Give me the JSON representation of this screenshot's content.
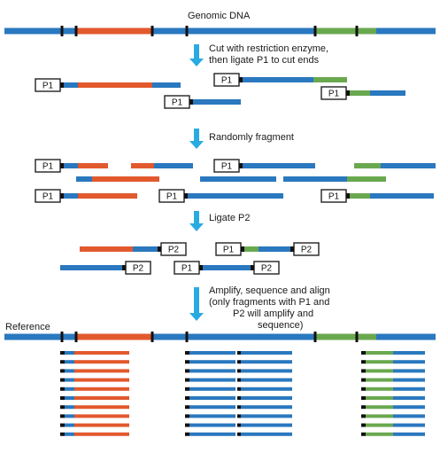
{
  "colors": {
    "blue": "#2a78bf",
    "orange": "#e2592e",
    "green": "#6aa84f",
    "black": "#111111",
    "arrow": "#29abe2"
  },
  "labels": {
    "title": "Genomic DNA",
    "step1_line1": "Cut with restriction enzyme,",
    "step1_line2": "then ligate P1 to cut ends",
    "step2": "Randomly fragment",
    "step3": "Ligate P2",
    "step4_line1": "Amplify, sequence and align",
    "step4_line2": "(only fragments with P1 and",
    "step4_line3": "P2 will amplify and",
    "step4_line4": "sequence)",
    "reference": "Reference"
  },
  "adapters": {
    "p1": "P1",
    "p2": "P2"
  }
}
